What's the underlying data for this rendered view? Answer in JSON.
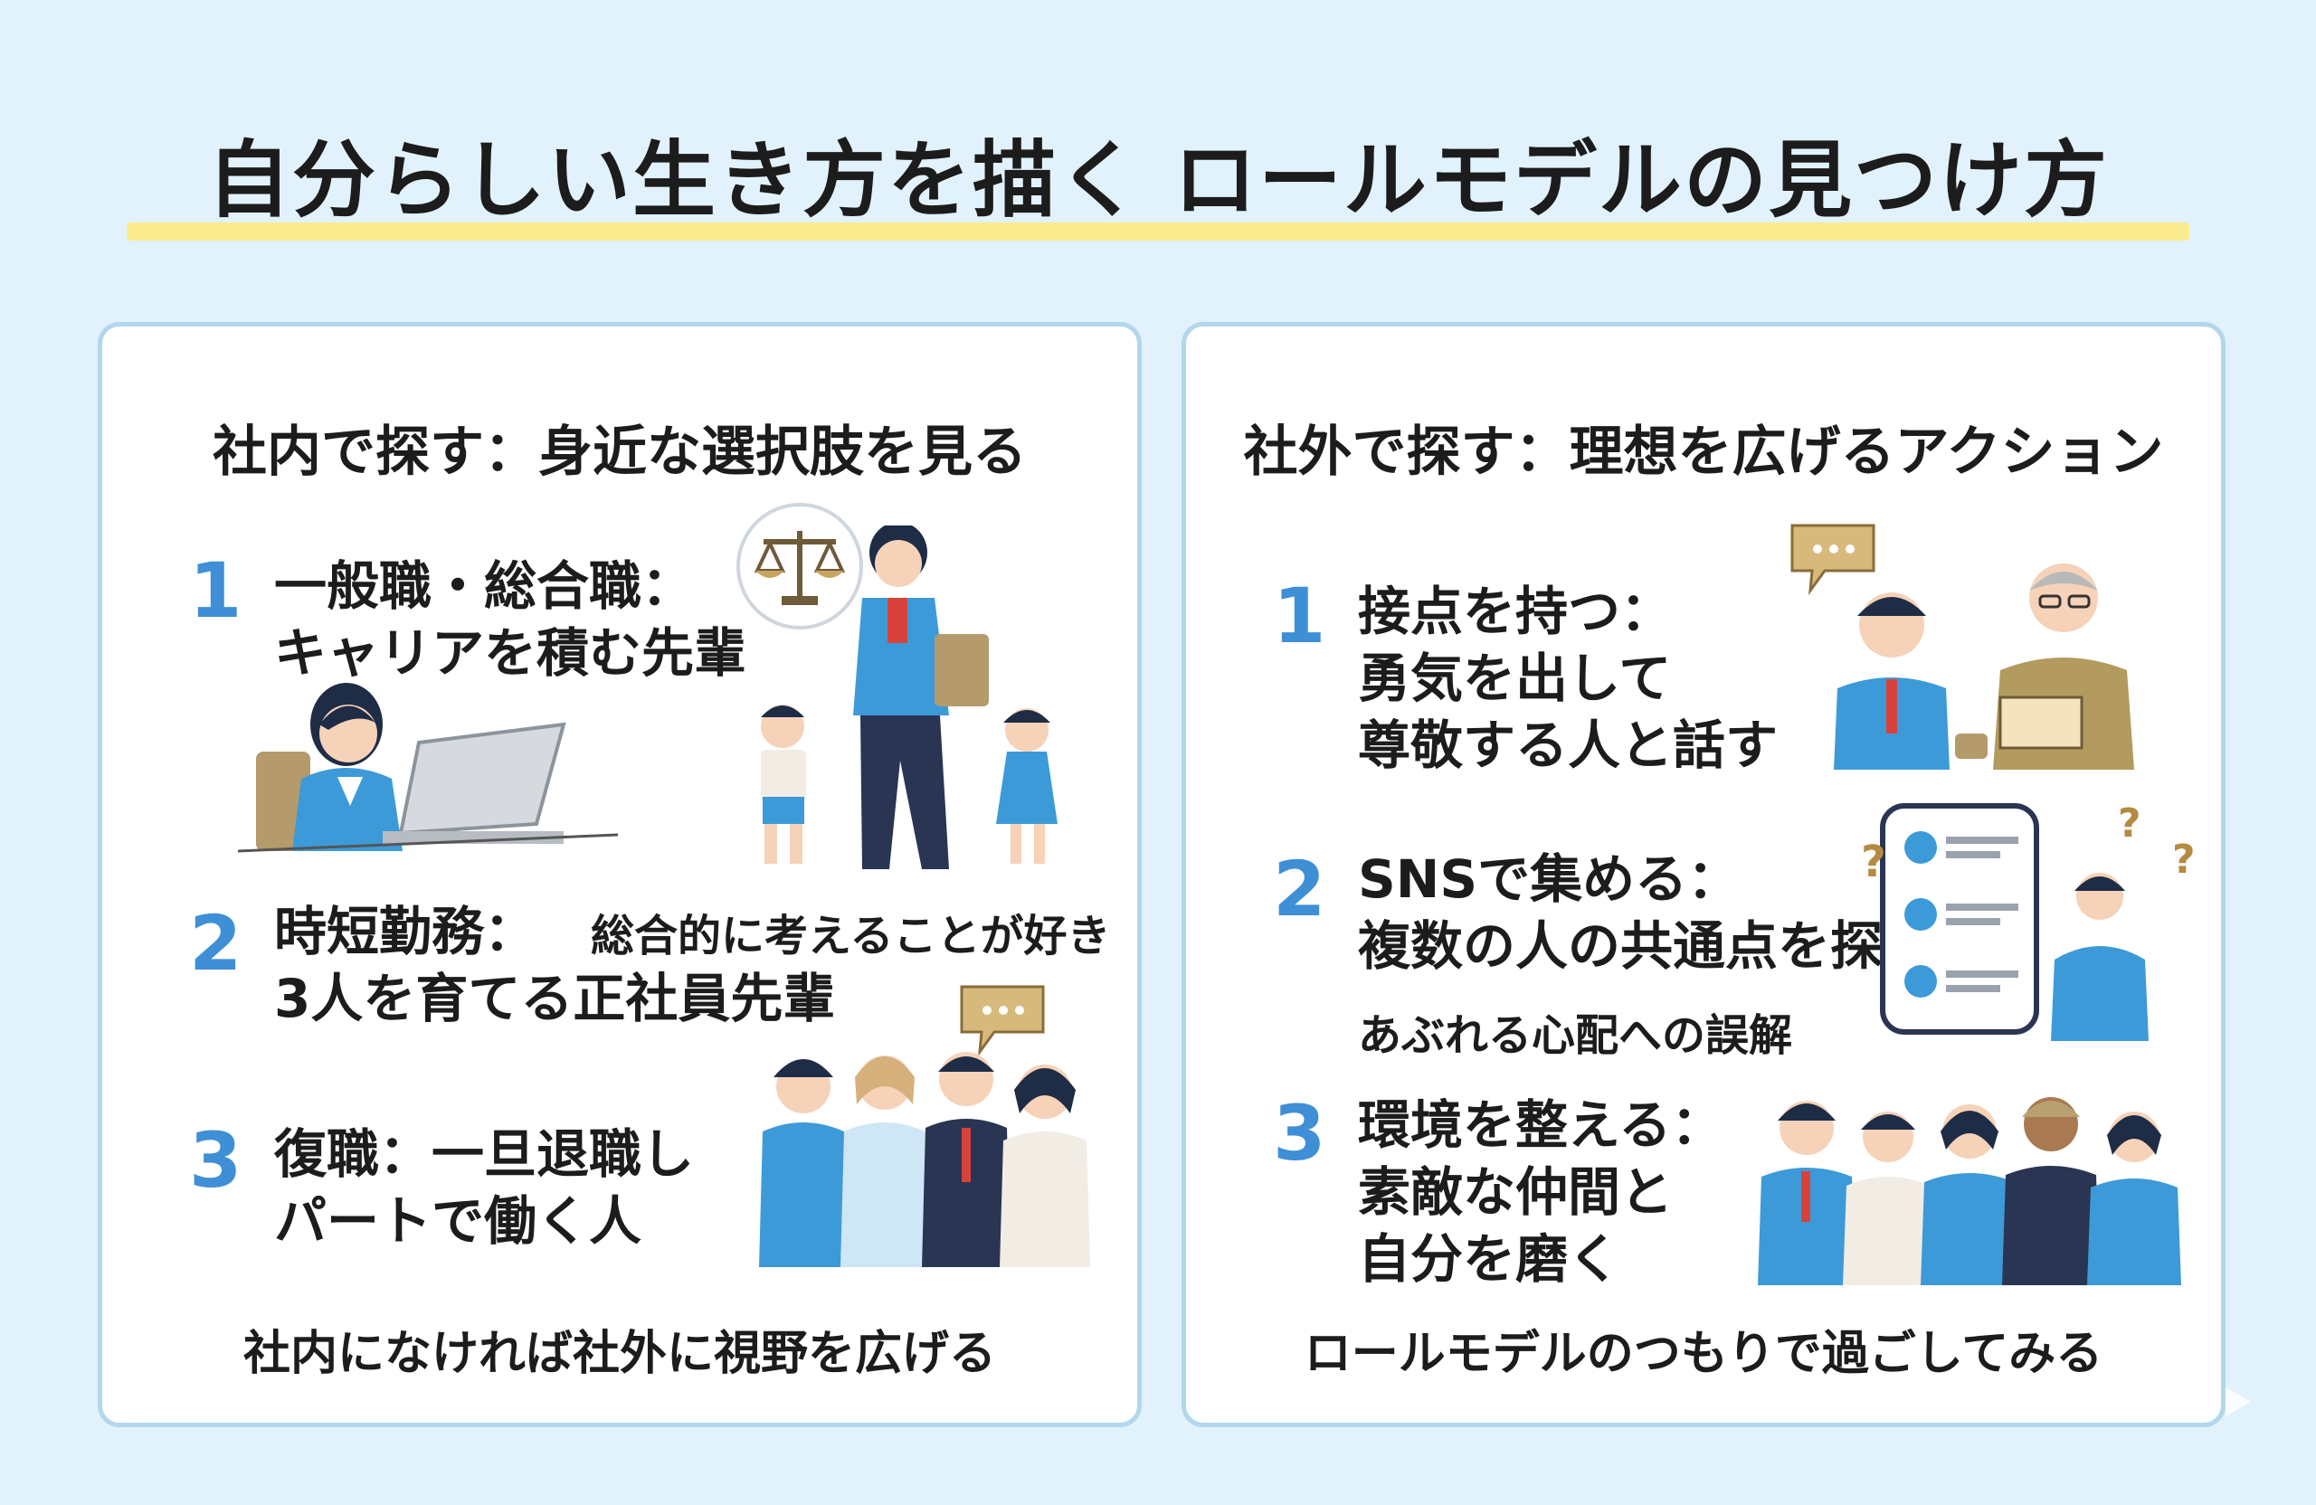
{
  "title": "自分らしい生き方を描く ロールモデルの見つけ方",
  "left_panel": {
    "heading": "社内で探す：身近な選択肢を見る",
    "items": [
      {
        "number": "1",
        "text": "一般職・総合職：\nキャリアを積む先輩"
      },
      {
        "number": "2",
        "text": "時短勤務：\n3人を育てる正社員先輩",
        "note": "総合的に考えることが好き"
      },
      {
        "number": "3",
        "text": "復職：一旦退職し\nパートで働く人"
      }
    ],
    "footer": "社内になければ社外に視野を広げる"
  },
  "right_panel": {
    "heading": "社外で探す：理想を広げるアクション",
    "items": [
      {
        "number": "1",
        "text": "接点を持つ：\n勇気を出して\n尊敬する人と話す"
      },
      {
        "number": "2",
        "text": "SNSで集める：\n複数の人の共通点を探る",
        "note": "あぶれる心配への誤解"
      },
      {
        "number": "3",
        "text": "環境を整える：\n素敵な仲間と\n自分を磨く"
      }
    ],
    "footer": "ロールモデルのつもりで過ごしてみる"
  },
  "icons": {
    "scales": "scales-icon",
    "speech": "speech-bubble-icon",
    "question": "question-mark-icon",
    "smartphone": "smartphone-icon",
    "profile": "profile-icon"
  },
  "colors": {
    "background": "#e1f2fc",
    "accent_blue": "#3f8fd6",
    "suit_blue": "#3d9ad8",
    "highlight_yellow": "#fbeb8f",
    "panel_border": "#b2d7ec"
  }
}
